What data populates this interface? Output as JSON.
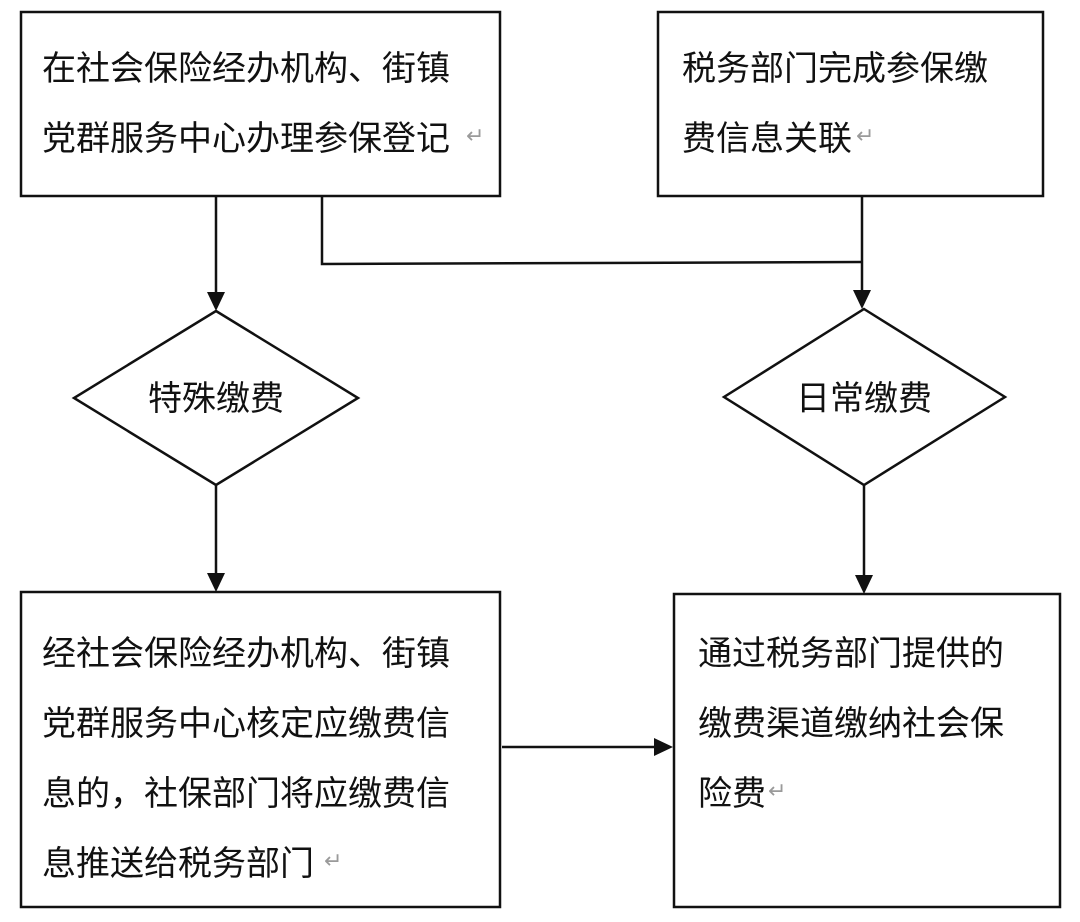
{
  "boxes": {
    "register": {
      "lines": [
        "在社会保险经办机构、街镇",
        "党群服务中心办理参保登记"
      ],
      "return_mark": "↵"
    },
    "tax_link": {
      "lines": [
        "税务部门完成参保缴",
        "费信息关联"
      ],
      "return_mark": "↵"
    },
    "verify": {
      "lines": [
        "经社会保险经办机构、街镇",
        "党群服务中心核定应缴费信",
        "息的，社保部门将应缴费信",
        "息推送给税务部门"
      ],
      "return_mark": "↵"
    },
    "pay_channel": {
      "lines": [
        "通过税务部门提供的",
        "缴费渠道缴纳社会保",
        "险费"
      ],
      "return_mark": "↵"
    }
  },
  "decisions": {
    "special": {
      "label": "特殊缴费"
    },
    "daily": {
      "label": "日常缴费"
    }
  },
  "colors": {
    "stroke": "#111111",
    "text": "#111111",
    "return_mark": "#9a9a9a",
    "background": "#ffffff"
  }
}
